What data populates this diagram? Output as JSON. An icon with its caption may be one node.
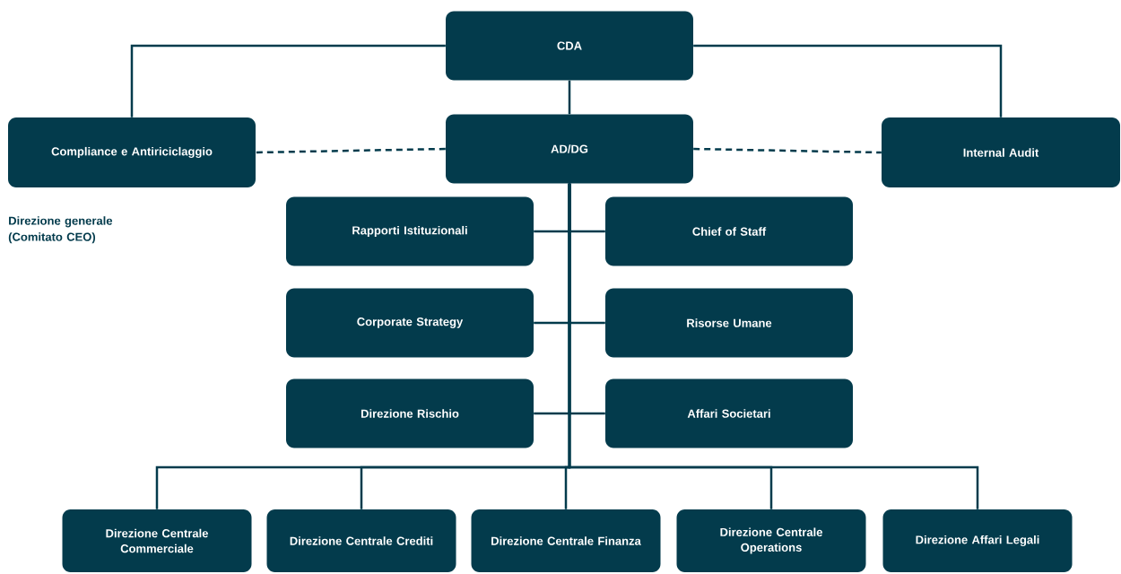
{
  "diagram": {
    "nodes": [
      {
        "text": [
          "CDA"
        ]
      },
      {
        "text": [
          "AD/DG"
        ]
      },
      {
        "text": [
          "Compliance e Antiriciclaggio"
        ]
      },
      {
        "text": [
          "Internal Audit"
        ]
      },
      {
        "text": [
          "Rapporti Istituzionali"
        ]
      },
      {
        "text": [
          "Chief of Staff"
        ]
      },
      {
        "text": [
          "Corporate Strategy"
        ]
      },
      {
        "text": [
          "Risorse Umane"
        ]
      },
      {
        "text": [
          "Direzione Rischio"
        ]
      },
      {
        "text": [
          "Affari Societari"
        ]
      },
      {
        "text": [
          "Direzione Centrale Commerciale"
        ]
      },
      {
        "text": [
          "Direzione Centrale Crediti"
        ]
      },
      {
        "text": [
          "Direzione Centrale Finanza"
        ]
      },
      {
        "text": [
          "Direzione Centrale Operations"
        ]
      },
      {
        "text": [
          "Direzione Affari Legali"
        ]
      }
    ],
    "edges": [
      {
        "from": 0,
        "to": 1,
        "arrow": "none"
      },
      {
        "from": 0,
        "to": 2,
        "arrow": "none"
      },
      {
        "from": 0,
        "to": 3,
        "arrow": "none"
      },
      {
        "from": 1,
        "to": 2,
        "arrow": "none",
        "style": "dashed"
      },
      {
        "from": 1,
        "to": 3,
        "arrow": "none",
        "style": "dashed"
      },
      {
        "from": 1,
        "to": 4,
        "arrow": "none"
      },
      {
        "from": 1,
        "to": 5,
        "arrow": "none"
      },
      {
        "from": 1,
        "to": 6,
        "arrow": "none"
      },
      {
        "from": 1,
        "to": 7,
        "arrow": "none"
      },
      {
        "from": 1,
        "to": 8,
        "arrow": "none"
      },
      {
        "from": 1,
        "to": 9,
        "arrow": "none"
      },
      {
        "from": 1,
        "to": 10,
        "arrow": "none"
      },
      {
        "from": 1,
        "to": 11,
        "arrow": "none"
      },
      {
        "from": 1,
        "to": 12,
        "arrow": "none"
      },
      {
        "from": 1,
        "to": 13,
        "arrow": "none"
      },
      {
        "from": 1,
        "to": 14,
        "arrow": "none"
      }
    ],
    "labels": [
      "Direzione generale (Comitato CEO)"
    ]
  }
}
